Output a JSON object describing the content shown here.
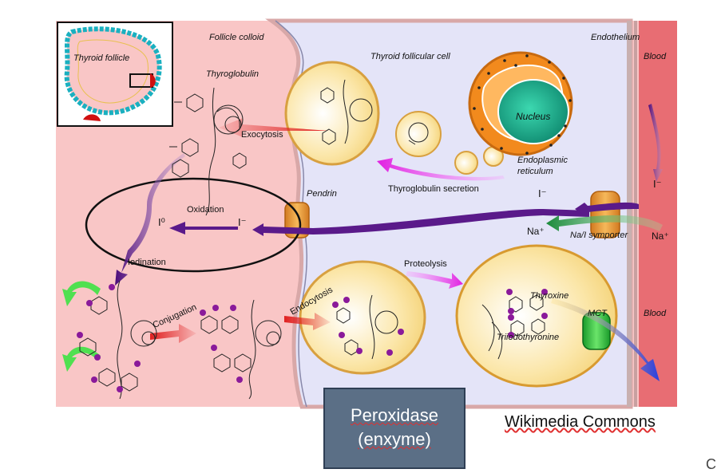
{
  "labels": {
    "follicle_colloid": "Follicle colloid",
    "thyroid_follicle": "Thyroid follicle",
    "thyroglobulin": "Thyroglobulin",
    "thyroid_follicular_cell": "Thyroid follicular cell",
    "endothelium": "Endothelium",
    "blood_top": "Blood",
    "blood_bottom": "Blood",
    "nucleus": "Nucleus",
    "endoplasmic_reticulum_1": "Endoplasmic",
    "endoplasmic_reticulum_2": "reticulum",
    "exocytosis": "Exocytosis",
    "thyroglobulin_secretion": "Thyroglobulin secretion",
    "pendrin": "Pendrin",
    "oxidation": "Oxidation",
    "iodide_colloid": "I⁻",
    "iodine_zero": "I⁰",
    "iodide_cell": "I⁻",
    "iodide_blood": "I⁻",
    "sodium_cell": "Na⁺",
    "sodium_blood": "Na⁺",
    "na_i_symporter": "Na/I symporter",
    "iodination": "Iodination",
    "proteolysis": "Proteolysis",
    "conjugation": "Conjugation",
    "endocytosis": "Endocytosis",
    "thyroxine": "Thyroxine",
    "triiodothyronine": "Triiodothyronine",
    "mct": "MCT"
  },
  "overlay": {
    "peroxidase_line1": "Peroxidase",
    "peroxidase_line2": "(enxyme)",
    "credit": "Wikimedia Commons",
    "corner_glyph": "C"
  },
  "colors": {
    "colloid": "#f9c6c6",
    "cell": "#e4e4f8",
    "cell_edge": "#c9a0a0",
    "blood": "#e86d73",
    "vesicle": "#f7dd88",
    "nucleus": "#1aa98a",
    "er": "#f28a1d",
    "pendrin": "#f0a040",
    "mct": "#3cc54a",
    "arrow_red": "#e02020",
    "arrow_purple": "#5a1a8a",
    "arrow_magenta": "#e040e0",
    "arrow_green": "#1a8a3a",
    "arrow_blue": "#3050e0",
    "iodine": "#8a1a9a"
  }
}
